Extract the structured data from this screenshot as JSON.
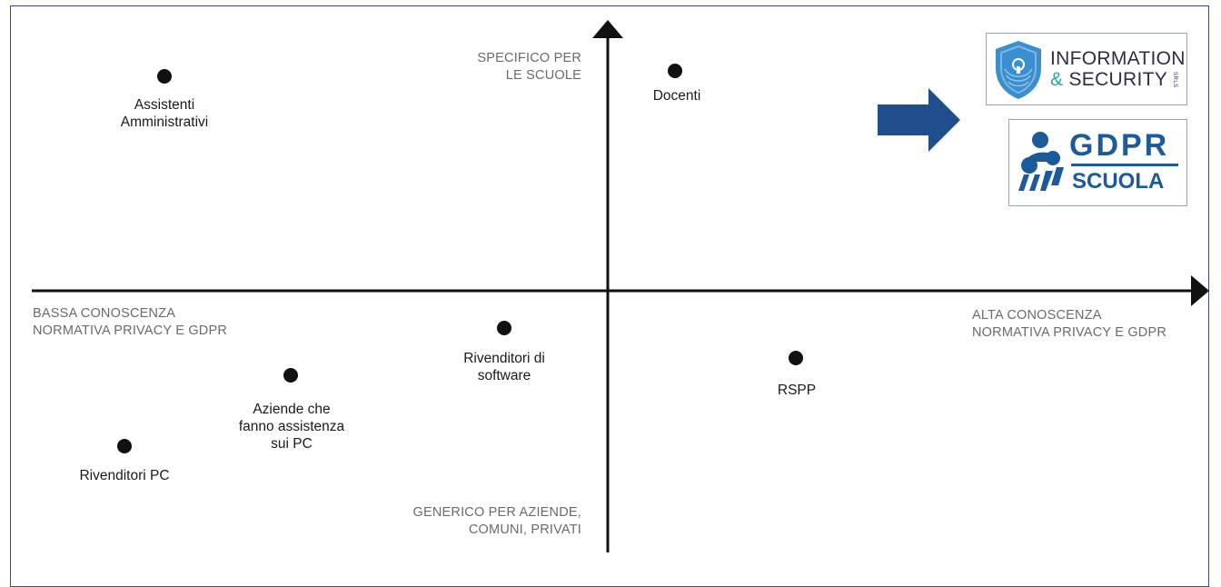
{
  "diagram": {
    "axes": {
      "y_top_label": "SPECIFICO PER\nLE SCUOLE",
      "y_bottom_label": "GENERICO PER AZIENDE,\nCOMUNI, PRIVATI",
      "x_left_label": "BASSA CONOSCENZA\nNORMATIVA PRIVACY E GDPR",
      "x_right_label": "ALTA CONOSCENZA\nNORMATIVA PRIVACY E GDPR"
    },
    "points": [
      {
        "id": "assistenti",
        "label": "Assistenti\nAmministrativi"
      },
      {
        "id": "docenti",
        "label": "Docenti"
      },
      {
        "id": "rivenditori-software",
        "label": "Rivenditori di\nsoftware"
      },
      {
        "id": "aziende-assistenza",
        "label": "Aziende che\nfanno assistenza\nsui PC"
      },
      {
        "id": "rivenditori-pc",
        "label": "Rivenditori PC"
      },
      {
        "id": "rspp",
        "label": "RSPP"
      }
    ]
  },
  "logos": {
    "infosec": {
      "line1": "INFORMATION",
      "amp": "&",
      "line2": "SECURITY",
      "suffix": "SRLS"
    },
    "gdpr": {
      "word": "GDPR",
      "sub": "SCUOLA"
    }
  },
  "colors": {
    "arrow": "#1f4e8c",
    "axis": "#111111",
    "logo_blue": "#1c5a9c",
    "accent_teal": "#2aa89a"
  }
}
